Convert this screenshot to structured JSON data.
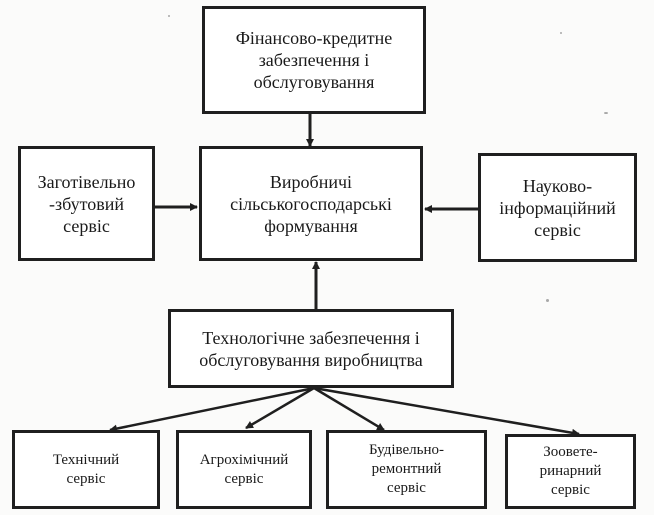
{
  "nodes": {
    "finance": "Фінансово-кредитне\nзабезпечення і\nобслуговування",
    "procurement": "Заготівельно\n-збутовий\nсервіс",
    "production": "Виробничі\nсільськогосподарські\nформування",
    "science": "Науково-\nінформаційний\nсервіс",
    "technology": "Технологічне забезпечення і\nобслуговування виробництва",
    "technical": "Технічний\nсервіс",
    "agrochem": "Агрохімічний\nсервіс",
    "construction": "Будівельно-\nремонтний\nсервіс",
    "veterinary": "Зоовете-\nринарний\nсервіс"
  },
  "colors": {
    "line": "#1f1f1f",
    "box_border": "#1f1f1f",
    "background": "#fbfbfa"
  }
}
